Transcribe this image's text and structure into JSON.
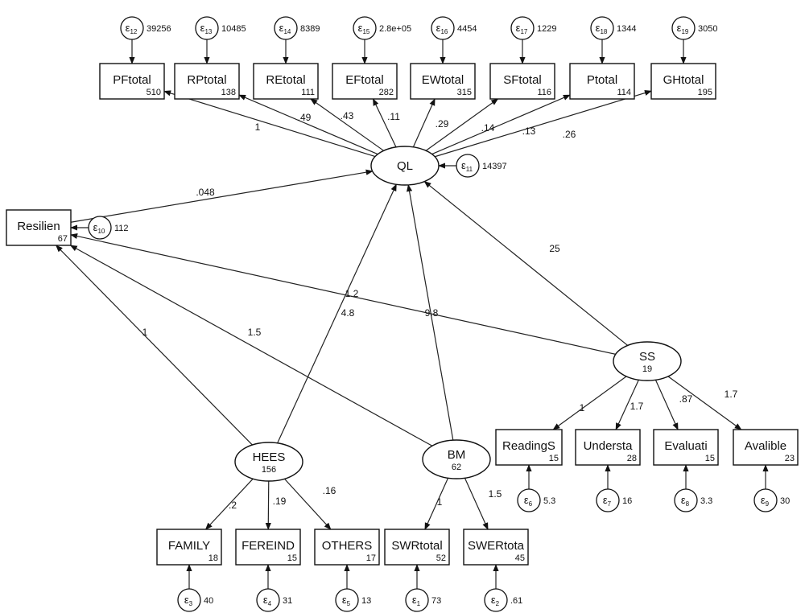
{
  "observed": [
    {
      "id": "PFtotal",
      "label": "PFtotal",
      "value": "510",
      "error": {
        "sub": "12",
        "variance": "39256"
      }
    },
    {
      "id": "RPtotal",
      "label": "RPtotal",
      "value": "138",
      "error": {
        "sub": "13",
        "variance": "10485"
      }
    },
    {
      "id": "REtotal",
      "label": "REtotal",
      "value": "111",
      "error": {
        "sub": "14",
        "variance": "8389"
      }
    },
    {
      "id": "EFtotal",
      "label": "EFtotal",
      "value": "282",
      "error": {
        "sub": "15",
        "variance": "2.8e+05"
      }
    },
    {
      "id": "EWtotal",
      "label": "EWtotal",
      "value": "315",
      "error": {
        "sub": "16",
        "variance": "4454"
      }
    },
    {
      "id": "SFtotal",
      "label": "SFtotal",
      "value": "116",
      "error": {
        "sub": "17",
        "variance": "1229"
      }
    },
    {
      "id": "Ptotal",
      "label": "Ptotal",
      "value": "114",
      "error": {
        "sub": "18",
        "variance": "1344"
      }
    },
    {
      "id": "GHtotal",
      "label": "GHtotal",
      "value": "195",
      "error": {
        "sub": "19",
        "variance": "3050"
      }
    },
    {
      "id": "Resilien",
      "label": "Resilien",
      "value": "67",
      "error": {
        "sub": "10",
        "variance": "112"
      }
    },
    {
      "id": "ReadingS",
      "label": "ReadingS",
      "value": "15",
      "error": {
        "sub": "6",
        "variance": "5.3"
      }
    },
    {
      "id": "Understa",
      "label": "Understa",
      "value": "28",
      "error": {
        "sub": "7",
        "variance": "16"
      }
    },
    {
      "id": "Evaluati",
      "label": "Evaluati",
      "value": "15",
      "error": {
        "sub": "8",
        "variance": "3.3"
      }
    },
    {
      "id": "Avalible",
      "label": "Avalible",
      "value": "23",
      "error": {
        "sub": "9",
        "variance": "30"
      }
    },
    {
      "id": "FAMILY",
      "label": "FAMILY",
      "value": "18",
      "error": {
        "sub": "3",
        "variance": "40"
      }
    },
    {
      "id": "FEREIND",
      "label": "FEREIND",
      "value": "15",
      "error": {
        "sub": "4",
        "variance": "31"
      }
    },
    {
      "id": "OTHERS",
      "label": "OTHERS",
      "value": "17",
      "error": {
        "sub": "5",
        "variance": "13"
      }
    },
    {
      "id": "SWRtotal",
      "label": "SWRtotal",
      "value": "52",
      "error": {
        "sub": "1",
        "variance": "73"
      }
    },
    {
      "id": "SWERtota",
      "label": "SWERtota",
      "value": "45",
      "error": {
        "sub": "2",
        "variance": ".61"
      }
    }
  ],
  "latent": [
    {
      "id": "QL",
      "label": "QL",
      "value": "",
      "error": {
        "sub": "11",
        "variance": "14397"
      }
    },
    {
      "id": "SS",
      "label": "SS",
      "value": "19"
    },
    {
      "id": "HEES",
      "label": "HEES",
      "value": "156"
    },
    {
      "id": "BM",
      "label": "BM",
      "value": "62"
    }
  ],
  "paths": [
    {
      "from": "QL",
      "to": "PFtotal",
      "coef": "1"
    },
    {
      "from": "QL",
      "to": "RPtotal",
      "coef": ".49"
    },
    {
      "from": "QL",
      "to": "REtotal",
      "coef": ".43"
    },
    {
      "from": "QL",
      "to": "EFtotal",
      "coef": ".11"
    },
    {
      "from": "QL",
      "to": "EWtotal",
      "coef": ".29"
    },
    {
      "from": "QL",
      "to": "SFtotal",
      "coef": ".14"
    },
    {
      "from": "QL",
      "to": "Ptotal",
      "coef": ".13"
    },
    {
      "from": "QL",
      "to": "GHtotal",
      "coef": ".26"
    },
    {
      "from": "Resilien",
      "to": "QL",
      "coef": ".048"
    },
    {
      "from": "SS",
      "to": "QL",
      "coef": "25"
    },
    {
      "from": "SS",
      "to": "Resilien",
      "coef": "9.8"
    },
    {
      "from": "HEES",
      "to": "QL",
      "coef": "4.8"
    },
    {
      "from": "HEES",
      "to": "Resilien",
      "coef": "1"
    },
    {
      "from": "BM",
      "to": "QL",
      "coef": "1.2"
    },
    {
      "from": "BM",
      "to": "Resilien",
      "coef": "1.5"
    },
    {
      "from": "SS",
      "to": "ReadingS",
      "coef": "1"
    },
    {
      "from": "SS",
      "to": "Understa",
      "coef": "1.7"
    },
    {
      "from": "SS",
      "to": "Evaluati",
      "coef": ".87"
    },
    {
      "from": "SS",
      "to": "Avalible",
      "coef": "1.7"
    },
    {
      "from": "HEES",
      "to": "FAMILY",
      "coef": ".2"
    },
    {
      "from": "HEES",
      "to": "FEREIND",
      "coef": ".19"
    },
    {
      "from": "HEES",
      "to": "OTHERS",
      "coef": ".16"
    },
    {
      "from": "BM",
      "to": "SWRtotal",
      "coef": "1"
    },
    {
      "from": "BM",
      "to": "SWERtota",
      "coef": "1.5"
    }
  ]
}
